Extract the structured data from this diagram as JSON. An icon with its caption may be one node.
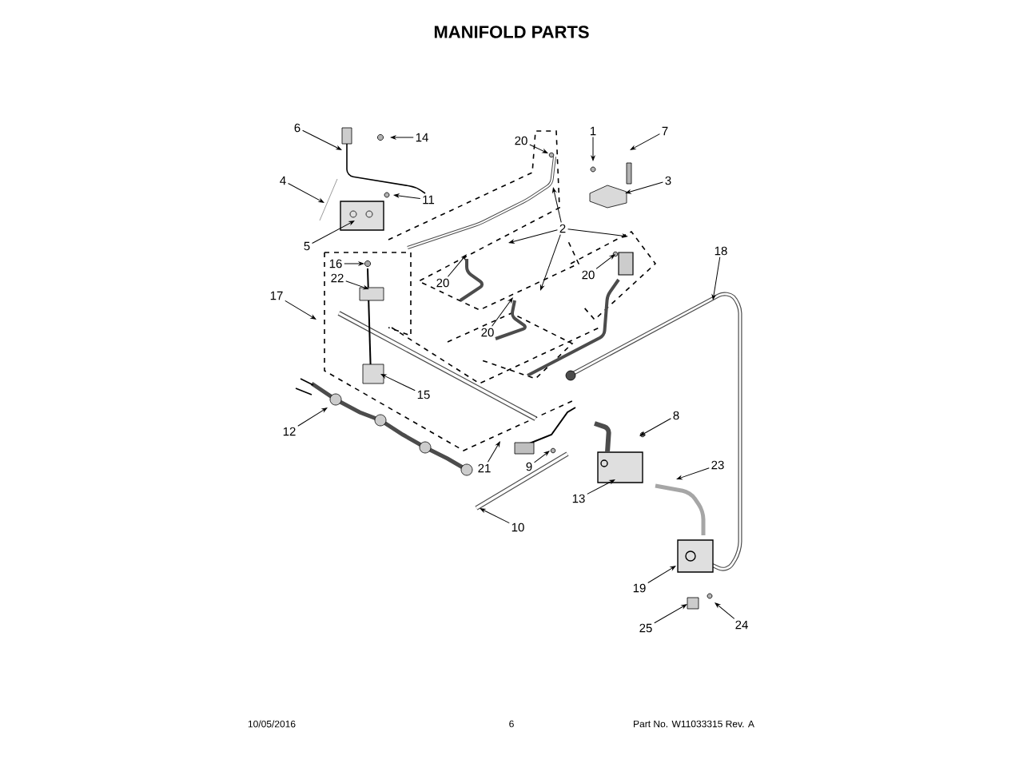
{
  "diagram": {
    "title": "MANIFOLD PARTS",
    "nodes": [
      {
        "text": [
          "6"
        ]
      },
      {
        "text": [
          "14"
        ]
      },
      {
        "text": [
          "4"
        ]
      },
      {
        "text": [
          "11"
        ]
      },
      {
        "text": [
          "5"
        ]
      },
      {
        "text": [
          "1"
        ]
      },
      {
        "text": [
          "7"
        ]
      },
      {
        "text": [
          "3"
        ]
      },
      {
        "text": [
          "20"
        ]
      },
      {
        "text": [
          "2"
        ]
      },
      {
        "text": [
          "20"
        ]
      },
      {
        "text": [
          "18"
        ]
      },
      {
        "text": [
          "16"
        ]
      },
      {
        "text": [
          "22"
        ]
      },
      {
        "text": [
          "17"
        ]
      },
      {
        "text": [
          "20"
        ]
      },
      {
        "text": [
          "20"
        ]
      },
      {
        "text": [
          "15"
        ]
      },
      {
        "text": [
          "12"
        ]
      },
      {
        "text": [
          "21"
        ]
      },
      {
        "text": [
          "9"
        ]
      },
      {
        "text": [
          "8"
        ]
      },
      {
        "text": [
          "23"
        ]
      },
      {
        "text": [
          "13"
        ]
      },
      {
        "text": [
          "10"
        ]
      },
      {
        "text": [
          "19"
        ]
      },
      {
        "text": [
          "25"
        ]
      },
      {
        "text": [
          "24"
        ]
      }
    ],
    "edges": [
      {
        "from": 0,
        "to": null,
        "arrow": "to"
      },
      {
        "from": 1,
        "to": null,
        "arrow": "to"
      },
      {
        "from": 2,
        "to": null,
        "arrow": "to"
      },
      {
        "from": 3,
        "to": null,
        "arrow": "to"
      },
      {
        "from": 4,
        "to": null,
        "arrow": "to"
      },
      {
        "from": 5,
        "to": null,
        "arrow": "to"
      },
      {
        "from": 6,
        "to": null,
        "arrow": "to"
      },
      {
        "from": 7,
        "to": null,
        "arrow": "to"
      },
      {
        "from": 8,
        "to": null,
        "arrow": "to"
      },
      {
        "from": 9,
        "to": null,
        "arrow": "to"
      },
      {
        "from": 9,
        "to": null,
        "arrow": "to"
      },
      {
        "from": 9,
        "to": null,
        "arrow": "to"
      },
      {
        "from": 9,
        "to": null,
        "arrow": "to"
      },
      {
        "from": 10,
        "to": null,
        "arrow": "to"
      },
      {
        "from": 11,
        "to": null,
        "arrow": "to"
      },
      {
        "from": 12,
        "to": null,
        "arrow": "to"
      },
      {
        "from": 13,
        "to": null,
        "arrow": "to"
      },
      {
        "from": 14,
        "to": null,
        "arrow": "to"
      },
      {
        "from": 15,
        "to": null,
        "arrow": "to"
      },
      {
        "from": 16,
        "to": null,
        "arrow": "to"
      },
      {
        "from": 17,
        "to": null,
        "arrow": "to"
      },
      {
        "from": 18,
        "to": null,
        "arrow": "to"
      },
      {
        "from": 19,
        "to": null,
        "arrow": "to"
      },
      {
        "from": 20,
        "to": null,
        "arrow": "to"
      },
      {
        "from": 21,
        "to": null,
        "arrow": "to"
      },
      {
        "from": 22,
        "to": null,
        "arrow": "to"
      },
      {
        "from": 23,
        "to": null,
        "arrow": "to"
      },
      {
        "from": 24,
        "to": null,
        "arrow": "to"
      },
      {
        "from": 25,
        "to": null,
        "arrow": "to"
      },
      {
        "from": 26,
        "to": null,
        "arrow": "to"
      },
      {
        "from": 27,
        "to": null,
        "arrow": "to"
      }
    ],
    "labels": [
      "10/05/2016",
      "6",
      "Part No. W11033315 Rev. A"
    ]
  }
}
